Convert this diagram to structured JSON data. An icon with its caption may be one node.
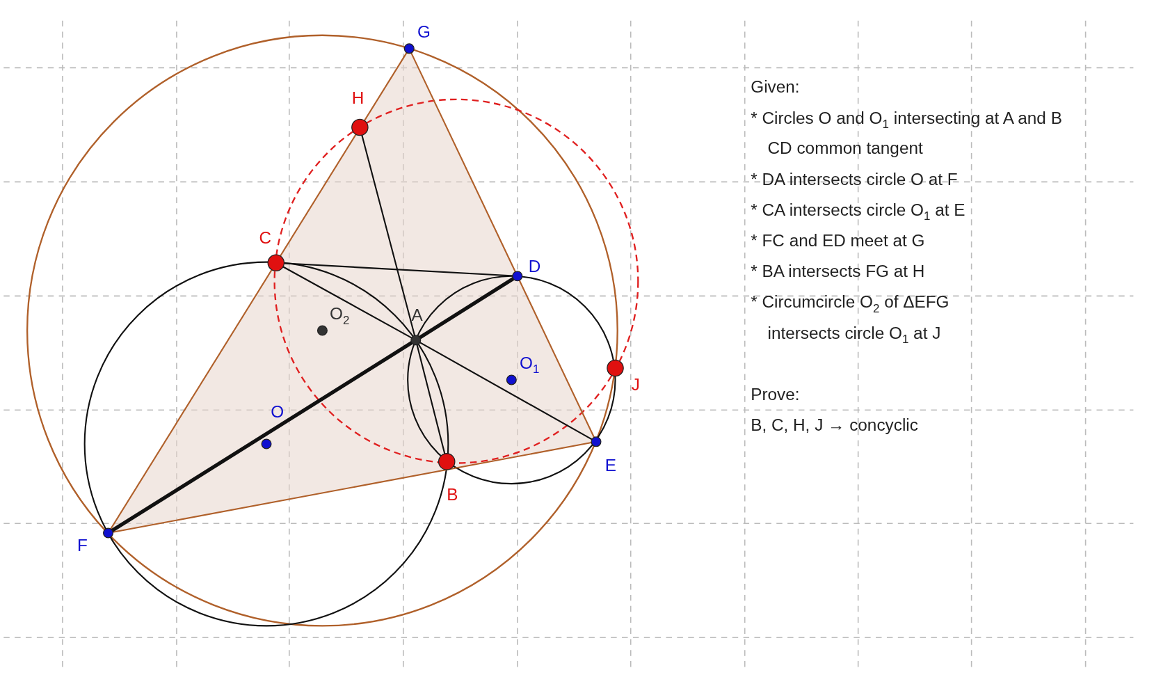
{
  "diagram": {
    "nodes": [
      {
        "text": [
          "G"
        ]
      },
      {
        "text": [
          "H"
        ]
      },
      {
        "text": [
          "C"
        ]
      },
      {
        "text": [
          "D"
        ]
      },
      {
        "text": [
          "A"
        ]
      },
      {
        "text": [
          "O$_{2}$"
        ]
      },
      {
        "text": [
          "O$_{1}$"
        ]
      },
      {
        "text": [
          "J"
        ]
      },
      {
        "text": [
          "O"
        ]
      },
      {
        "text": [
          "E"
        ]
      },
      {
        "text": [
          "B"
        ]
      },
      {
        "text": [
          "F"
        ]
      }
    ],
    "edges": [
      {
        "from": 11,
        "to": 0,
        "arrow": "none",
        "color": "#b0602a"
      },
      {
        "from": 0,
        "to": 9,
        "arrow": "none",
        "color": "#b0602a"
      },
      {
        "from": 11,
        "to": 9,
        "arrow": "none",
        "color": "#b0602a"
      },
      {
        "from": 2,
        "to": 3,
        "arrow": "none"
      },
      {
        "from": 1,
        "to": 4,
        "arrow": "none"
      },
      {
        "from": 4,
        "to": 10,
        "arrow": "none"
      },
      {
        "from": 11,
        "to": 4,
        "arrow": "none",
        "style": "thick"
      },
      {
        "from": 4,
        "to": 3,
        "arrow": "none",
        "style": "thick"
      },
      {
        "from": 2,
        "to": 4,
        "arrow": "none"
      },
      {
        "from": 4,
        "to": 9,
        "arrow": "none"
      }
    ],
    "labels": [
      "Given:",
      "* Circles O and O$_{1}$ intersecting at A and B",
      "CD common tangent",
      "* DA intersects circle O at F",
      "* CA intersects circle O$_{1}$ at E",
      "* FC and ED meet at G",
      "* BA intersects FG at H",
      "* Circumcircle O$_{2}$ of ΔEFG intersects circle O$_{1}$ at J",
      "Prove:",
      "B, C, H, J → concyclic"
    ]
  }
}
